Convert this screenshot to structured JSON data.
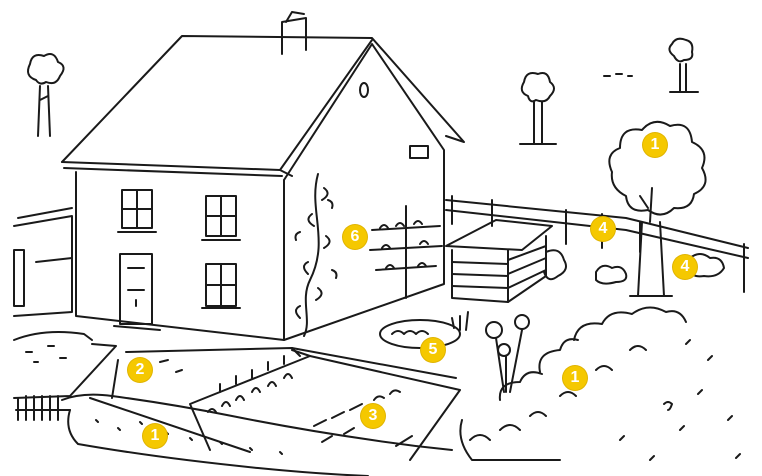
{
  "colors": {
    "line": "#1a1a1a",
    "marker": "#f5c800",
    "marker_text": "#ffffff",
    "background": "#ffffff"
  },
  "markers": [
    {
      "id": "tree-right",
      "label": "1"
    },
    {
      "id": "hedge-right",
      "label": "1"
    },
    {
      "id": "hedge-front",
      "label": "1"
    },
    {
      "id": "lawn-left",
      "label": "2"
    },
    {
      "id": "vegetable-beds",
      "label": "3"
    },
    {
      "id": "fence-middle",
      "label": "4"
    },
    {
      "id": "fence-right",
      "label": "4"
    },
    {
      "id": "pond",
      "label": "5"
    },
    {
      "id": "wall-climbers",
      "label": "6"
    }
  ]
}
